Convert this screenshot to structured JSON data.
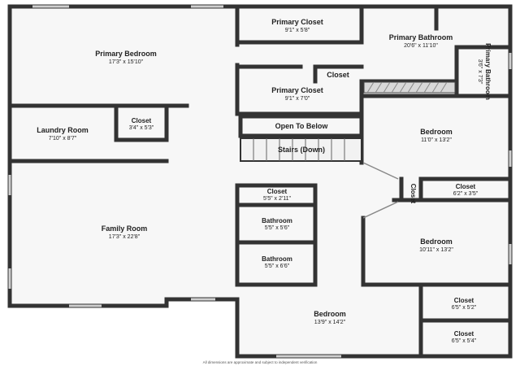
{
  "rooms": [
    {
      "id": "primary-bedroom",
      "name": "Primary Bedroom",
      "dims": "17'3\" x 15'10\""
    },
    {
      "id": "primary-closet-top",
      "name": "Primary Closet",
      "dims": "9'1\" x 5'8\""
    },
    {
      "id": "primary-bathroom",
      "name": "Primary Bathroom",
      "dims": "20'6\" x 11'10\""
    },
    {
      "id": "primary-bathroom-small",
      "name": "Primary Bathroom",
      "dims": "3'6\" x 7'3\""
    },
    {
      "id": "closet-hall",
      "name": "Closet",
      "dims": ""
    },
    {
      "id": "primary-closet-2",
      "name": "Primary Closet",
      "dims": "9'1\" x 7'0\""
    },
    {
      "id": "laundry-room",
      "name": "Laundry Room",
      "dims": "7'10\" x 8'7\""
    },
    {
      "id": "closet-laundry",
      "name": "Closet",
      "dims": "3'4\" x 5'3\""
    },
    {
      "id": "open-to-below",
      "name": "Open To Below",
      "dims": ""
    },
    {
      "id": "stairs",
      "name": "Stairs (Down)",
      "dims": ""
    },
    {
      "id": "bedroom-1",
      "name": "Bedroom",
      "dims": "11'0\" x 13'2\""
    },
    {
      "id": "closet-vertical",
      "name": "Closet",
      "dims": ""
    },
    {
      "id": "closet-b1",
      "name": "Closet",
      "dims": "6'2\" x 3'5\""
    },
    {
      "id": "family-room",
      "name": "Family Room",
      "dims": "17'3\" x 22'8\""
    },
    {
      "id": "closet-bath",
      "name": "Closet",
      "dims": "5'5\" x 2'11\""
    },
    {
      "id": "bathroom-1",
      "name": "Bathroom",
      "dims": "5'5\" x 5'6\""
    },
    {
      "id": "bathroom-2",
      "name": "Bathroom",
      "dims": "5'5\" x 6'6\""
    },
    {
      "id": "bedroom-2",
      "name": "Bedroom",
      "dims": "10'11\" x 13'2\""
    },
    {
      "id": "bedroom-3",
      "name": "Bedroom",
      "dims": "13'9\" x 14'2\""
    },
    {
      "id": "closet-b3a",
      "name": "Closet",
      "dims": "6'5\" x 5'2\""
    },
    {
      "id": "closet-b3b",
      "name": "Closet",
      "dims": "6'5\" x 5'4\""
    }
  ],
  "disclaimer": "All dimensions are approximate and subject to independent verification"
}
